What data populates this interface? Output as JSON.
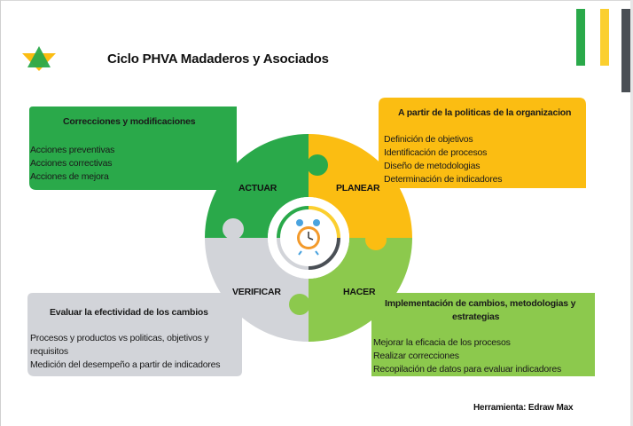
{
  "title": "Ciclo PHVA Madaderos y Asociados",
  "colors": {
    "green": "#2aa94a",
    "yellow": "#fbbd12",
    "light_green": "#8cc94d",
    "gray": "#d2d4d9",
    "dark_gray": "#4a4f55"
  },
  "quadrants": {
    "actuar": "ACTUAR",
    "planear": "PLANEAR",
    "verificar": "VERIFICAR",
    "hacer": "HACER"
  },
  "cards": {
    "actuar": {
      "title": "Correcciones y modificaciones",
      "items": [
        "Acciones preventivas",
        "Acciones correctivas",
        "Acciones de mejora"
      ]
    },
    "planear": {
      "title": "A partir de la politicas de la organizacion",
      "items": [
        "Definición de objetivos",
        "Identificación de procesos",
        "Diseño de metodologias",
        "Determinación de indicadores"
      ]
    },
    "verificar": {
      "title": "Evaluar la efectividad de los cambios",
      "items": [
        "Procesos y productos vs politicas, objetivos y",
        "requisitos",
        "Medición del desempeño a partir de indicadores"
      ]
    },
    "hacer": {
      "title_line1": "Implementación de cambios, metodologias y",
      "title_line2": "estrategias",
      "items": [
        "Mejorar la eficacia de los procesos",
        "Realizar correcciones",
        "Recopilación de datos para evaluar indicadores"
      ]
    }
  },
  "center_icon": "alarm-clock-icon",
  "footer": "Herramienta: Edraw Max"
}
